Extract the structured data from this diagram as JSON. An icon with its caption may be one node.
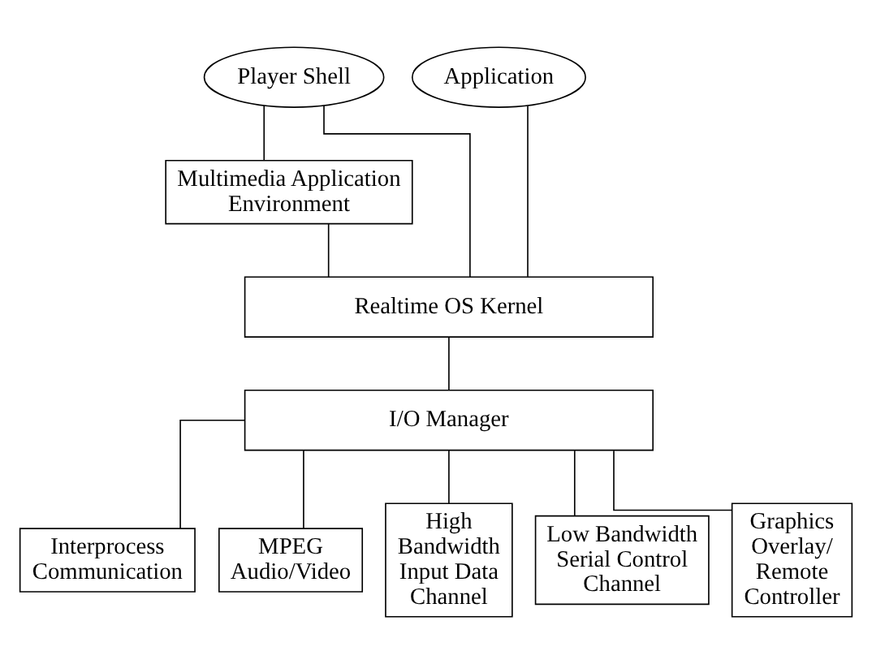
{
  "diagram": {
    "nodes": [
      {
        "text": [
          "Player Shell"
        ]
      },
      {
        "text": [
          "Application"
        ]
      },
      {
        "text": [
          "Multimedia Application Environment"
        ]
      },
      {
        "text": [
          "Realtime OS Kernel"
        ]
      },
      {
        "text": [
          "I/O Manager"
        ]
      },
      {
        "text": [
          "Interprocess Communication"
        ]
      },
      {
        "text": [
          "MPEG Audio/Video"
        ]
      },
      {
        "text": [
          "High Bandwidth Input Data Channel"
        ]
      },
      {
        "text": [
          "Low Bandwidth Serial Control Channel"
        ]
      },
      {
        "text": [
          "Graphics Overlay/ Remote Controller"
        ]
      }
    ],
    "edges": [
      {
        "from": 0,
        "to": 3,
        "arrow": "none"
      },
      {
        "from": 0,
        "to": 2,
        "arrow": "none"
      },
      {
        "from": 1,
        "to": 3,
        "arrow": "none"
      },
      {
        "from": 2,
        "to": 3,
        "arrow": "none"
      },
      {
        "from": 3,
        "to": 4,
        "arrow": "none"
      },
      {
        "from": 4,
        "to": 5,
        "arrow": "none"
      },
      {
        "from": 4,
        "to": 6,
        "arrow": "none"
      },
      {
        "from": 4,
        "to": 7,
        "arrow": "none"
      },
      {
        "from": 4,
        "to": 8,
        "arrow": "none"
      },
      {
        "from": 4,
        "to": 9,
        "arrow": "none"
      }
    ]
  }
}
